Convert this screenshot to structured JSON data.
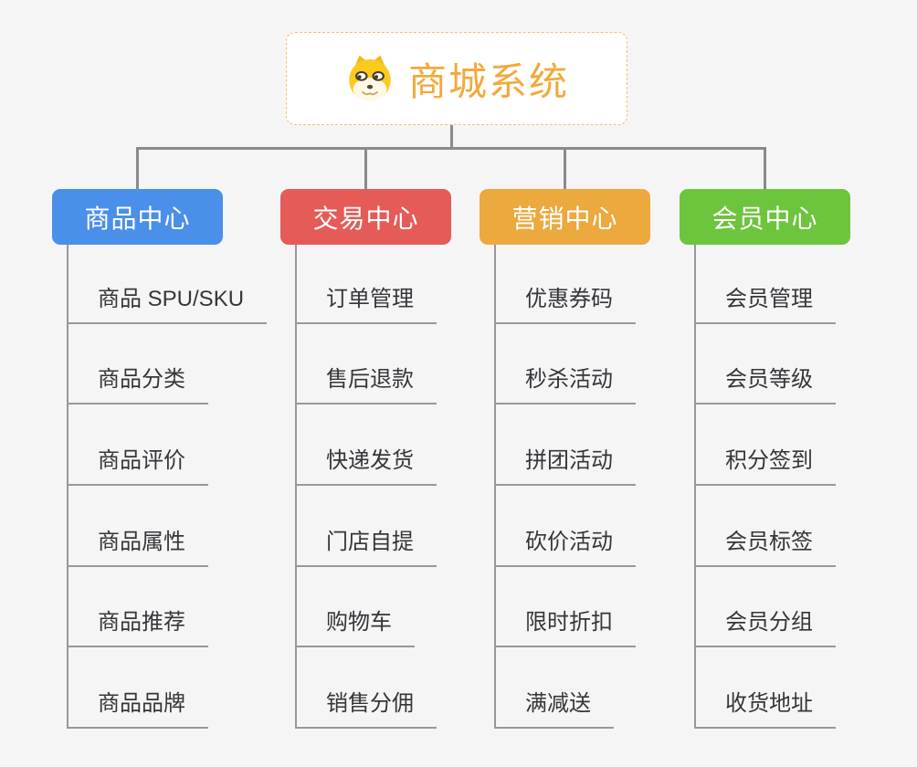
{
  "page": {
    "background": "#F5F5F6"
  },
  "root": {
    "title": "商城系统",
    "icon": "dog-icon",
    "text_color": "#F2A93B",
    "border_color": "#F2C06B"
  },
  "connector_color": "#8A8A8E",
  "leaf_line_color": "#98989C",
  "leaf_text_color": "#36363A",
  "branches": [
    {
      "key": "product-center",
      "label": "商品中心",
      "color": "#4A8FE9",
      "children": [
        "商品 SPU/SKU",
        "商品分类",
        "商品评价",
        "商品属性",
        "商品推荐",
        "商品品牌"
      ]
    },
    {
      "key": "trade-center",
      "label": "交易中心",
      "color": "#E55B57",
      "children": [
        "订单管理",
        "售后退款",
        "快递发货",
        "门店自提",
        "购物车",
        "销售分佣"
      ]
    },
    {
      "key": "marketing-center",
      "label": "营销中心",
      "color": "#EBA93E",
      "children": [
        "优惠券码",
        "秒杀活动",
        "拼团活动",
        "砍价活动",
        "限时折扣",
        "满减送"
      ]
    },
    {
      "key": "member-center",
      "label": "会员中心",
      "color": "#6DC43D",
      "children": [
        "会员管理",
        "会员等级",
        "积分签到",
        "会员标签",
        "会员分组",
        "收货地址"
      ]
    }
  ]
}
